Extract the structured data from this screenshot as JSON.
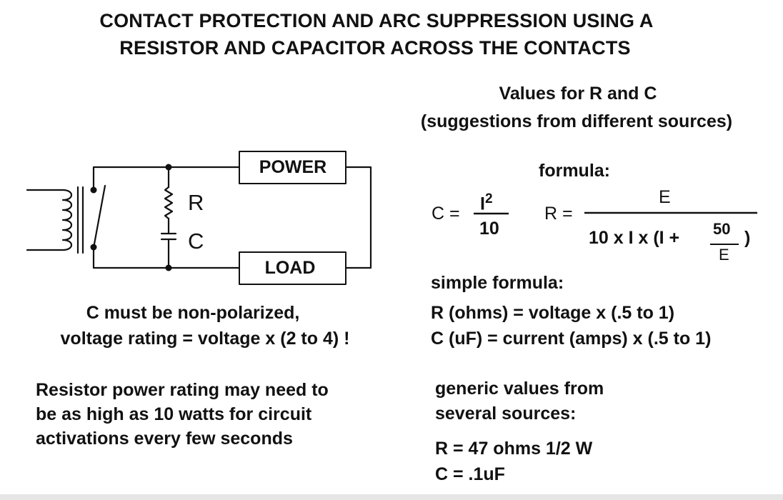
{
  "title": {
    "line1": "CONTACT PROTECTION AND ARC SUPPRESSION USING A",
    "line2": "RESISTOR AND CAPACITOR ACROSS THE CONTACTS"
  },
  "values_header": {
    "line1": "Values for R and C",
    "line2": "(suggestions from different sources)"
  },
  "circuit": {
    "power_label": "POWER",
    "load_label": "LOAD",
    "r_label": "R",
    "c_label": "C"
  },
  "formula": {
    "heading": "formula:",
    "c_lhs": "C =",
    "c_numerator_base": "I",
    "c_numerator_exp": "2",
    "c_denominator": "10",
    "r_lhs": "R =",
    "r_numerator": "E",
    "r_denominator_start": "10 x I x (I +",
    "r_inner_numerator": "50",
    "r_inner_denominator": "E",
    "r_denominator_end": ")"
  },
  "simple_formula": {
    "heading": "simple formula:",
    "r_line": "R (ohms) = voltage  x  (.5 to 1)",
    "c_line": "C (uF) = current (amps) x (.5 to 1)"
  },
  "capacitor_note": {
    "line1": "C must be non-polarized,",
    "line2": "voltage rating = voltage x (2 to 4) !"
  },
  "resistor_note": {
    "line1": "Resistor power rating may need to",
    "line2": "be as high as 10 watts for circuit",
    "line3": "activations every few seconds"
  },
  "generic_values": {
    "heading_line1": "generic values from",
    "heading_line2": "several sources:",
    "r_value": "R = 47 ohms  1/2 W",
    "c_value": "C = .1uF"
  }
}
